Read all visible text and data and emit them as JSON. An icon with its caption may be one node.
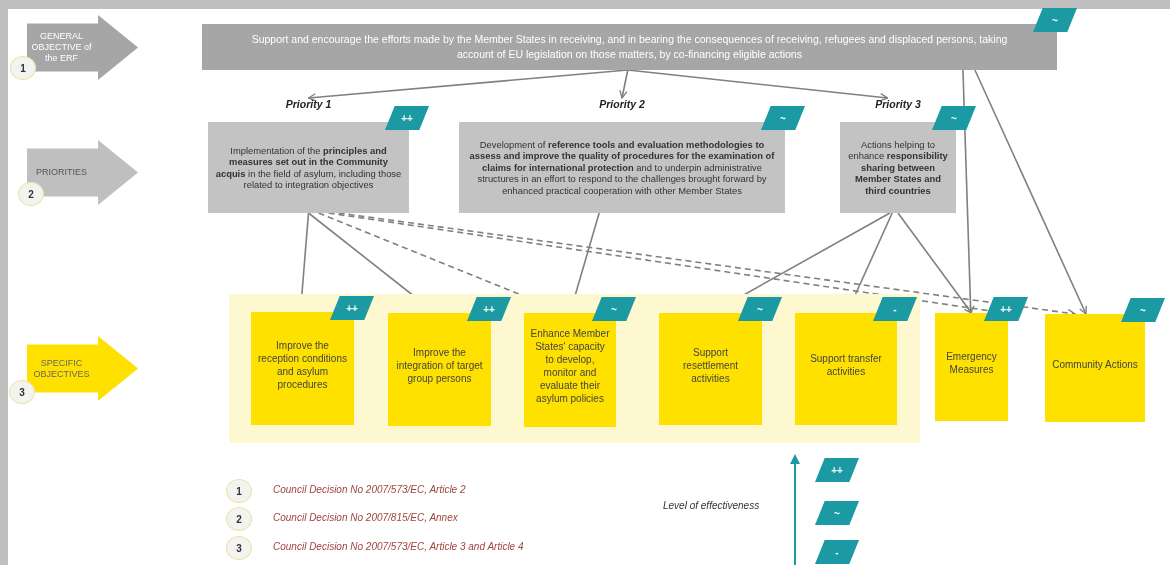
{
  "diagram": {
    "nodes": [
      {
        "text": [
          "GENERAL OBJECTIVE of the ERF"
        ]
      },
      {
        "text": [
          "Support and encourage the efforts made by the Member States in receiving, and in bearing the consequences of receiving, refugees and displaced persons, taking account of EU legislation on those matters, by co-financing eligible actions"
        ],
        "beside": [
          "~"
        ]
      },
      {
        "text": [
          "PRIORITIES"
        ]
      },
      {
        "text": [
          "Priority 1",
          "Implementation of the **principles and measures set out in the Community acquis** in the field of asylum, including those related to integration objectives"
        ],
        "beside": [
          "++"
        ]
      },
      {
        "text": [
          "Priority 2",
          "Development of **reference tools and evaluation methodologies to assess and improve the quality of procedures for the examination of claims for international protection** and to underpin administrative structures in an effort to respond to the challenges brought forward by enhanced practical cooperation with other Member States"
        ],
        "beside": [
          "~"
        ]
      },
      {
        "text": [
          "Priority 3",
          "Actions helping to enhance **responsibility sharing between Member States and third countries**"
        ],
        "beside": [
          "~"
        ]
      },
      {
        "text": [
          "SPECIFIC OBJECTIVES"
        ]
      },
      {
        "text": [],
        "shape": "box"
      },
      {
        "text": [
          "Improve the reception conditions and asylum procedures"
        ],
        "in": 7,
        "beside": [
          "++"
        ]
      },
      {
        "text": [
          "Improve the integration of target group persons"
        ],
        "in": 7,
        "beside": [
          "++"
        ]
      },
      {
        "text": [
          "Enhance Member States' capacity to develop, monitor and evaluate their asylum policies"
        ],
        "in": 7,
        "beside": [
          "~"
        ]
      },
      {
        "text": [
          "Support resettlement activities"
        ],
        "in": 7,
        "beside": [
          "~"
        ]
      },
      {
        "text": [
          "Support transfer activities"
        ],
        "in": 7,
        "beside": [
          "-"
        ]
      },
      {
        "text": [
          "Emergency Measures"
        ],
        "beside": [
          "++"
        ]
      },
      {
        "text": [
          "Community Actions"
        ],
        "beside": [
          "~"
        ]
      }
    ],
    "edges": [
      {
        "from": 1,
        "to": 3,
        "arrow": "to"
      },
      {
        "from": 1,
        "to": 4,
        "arrow": "to"
      },
      {
        "from": 1,
        "to": 5,
        "arrow": "to"
      },
      {
        "from": 1,
        "to": 13,
        "arrow": "to"
      },
      {
        "from": 1,
        "to": 14,
        "arrow": "to"
      },
      {
        "from": 3,
        "to": 8,
        "arrow": "to"
      },
      {
        "from": 3,
        "to": 9,
        "arrow": "to"
      },
      {
        "from": 3,
        "to": 10,
        "arrow": "to",
        "style": "dashed"
      },
      {
        "from": 3,
        "to": 13,
        "arrow": "to",
        "style": "dashed"
      },
      {
        "from": 3,
        "to": 14,
        "arrow": "to",
        "style": "dashed"
      },
      {
        "from": 4,
        "to": 10,
        "arrow": "to"
      },
      {
        "from": 5,
        "to": 11,
        "arrow": "to"
      },
      {
        "from": 5,
        "to": 12,
        "arrow": "to"
      },
      {
        "from": 5,
        "to": 13,
        "arrow": "to"
      }
    ],
    "labels": [
      "1",
      "2",
      "3",
      "1",
      "Council Decision No 2007/573/EC, Article 2",
      "2",
      "Council Decision No 2007/815/EC, Annex",
      "3",
      "Council Decision No 2007/573/EC, Article 3 and Article 4",
      "Level of effectiveness",
      "++",
      "~",
      "-"
    ]
  }
}
